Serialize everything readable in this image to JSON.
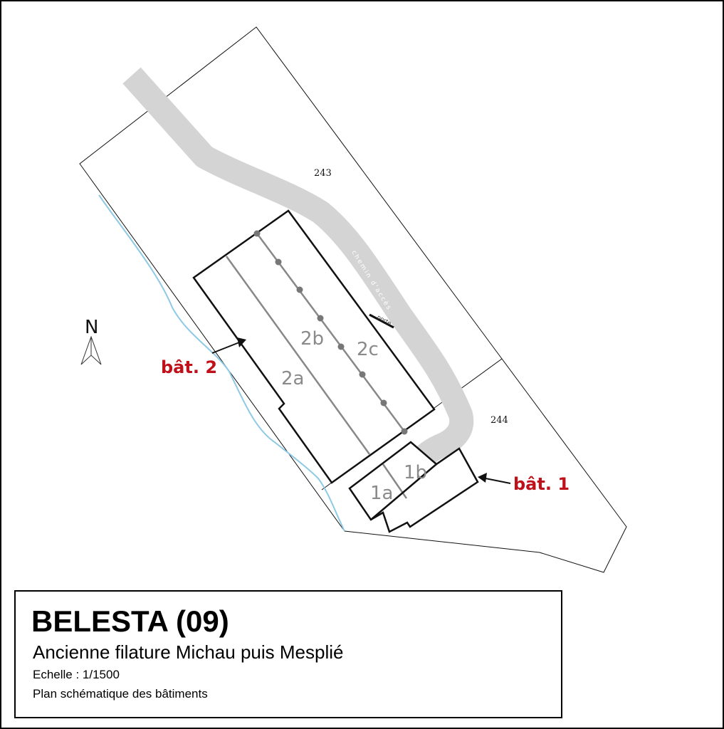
{
  "map": {
    "parcels": [
      "243",
      "244"
    ],
    "buildings": {
      "bat1_label": "bât. 1",
      "bat2_label": "bât. 2"
    },
    "rooms": [
      "2a",
      "2b",
      "2c",
      "1a",
      "1b"
    ],
    "road_label": "chemin d'accès",
    "door_label": "porte",
    "north_label": "N",
    "colors": {
      "road": "#d4d4d4",
      "stream": "#8ec9e6",
      "building_label": "#c0101a",
      "room_label": "#8a8a8a"
    }
  },
  "legend": {
    "title": "BELESTA (09)",
    "subtitle": "Ancienne filature Michau puis Mesplié",
    "scale": "Echelle : 1/1500",
    "description": "Plan schématique des bâtiments"
  }
}
